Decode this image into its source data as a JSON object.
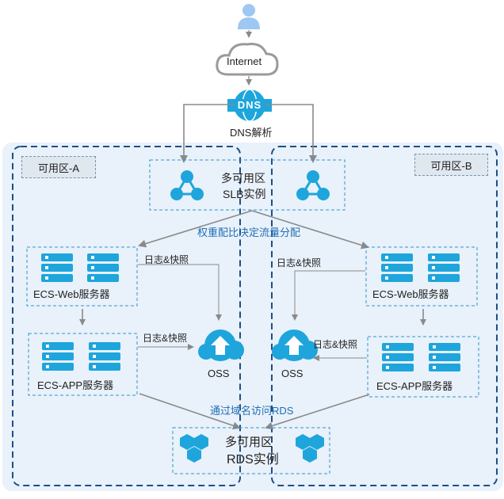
{
  "top": {
    "internet_label": "Internet",
    "dns_logo": "DNS",
    "dns_label": "DNS解析"
  },
  "zones": {
    "a_label": "可用区-A",
    "b_label": "可用区-B"
  },
  "slb": {
    "line1": "多可用区",
    "line2": "SLB实例"
  },
  "weight_label": "权重配比决定流量分配",
  "ecs_web": {
    "label": "ECS-Web服务器"
  },
  "ecs_app": {
    "label": "ECS-APP服务器"
  },
  "log_snapshot": "日志&快照",
  "oss": {
    "label": "OSS"
  },
  "rds_access_label": "通过域名访问RDS",
  "rds": {
    "line1": "多可用区",
    "line2": "RDS实例"
  },
  "colors": {
    "accent": "#1ea5dc",
    "zone_bg": "#e9f1fa",
    "border": "#1d4f86",
    "dashed": "#2d96c9",
    "arrow": "#8a8a8a"
  }
}
